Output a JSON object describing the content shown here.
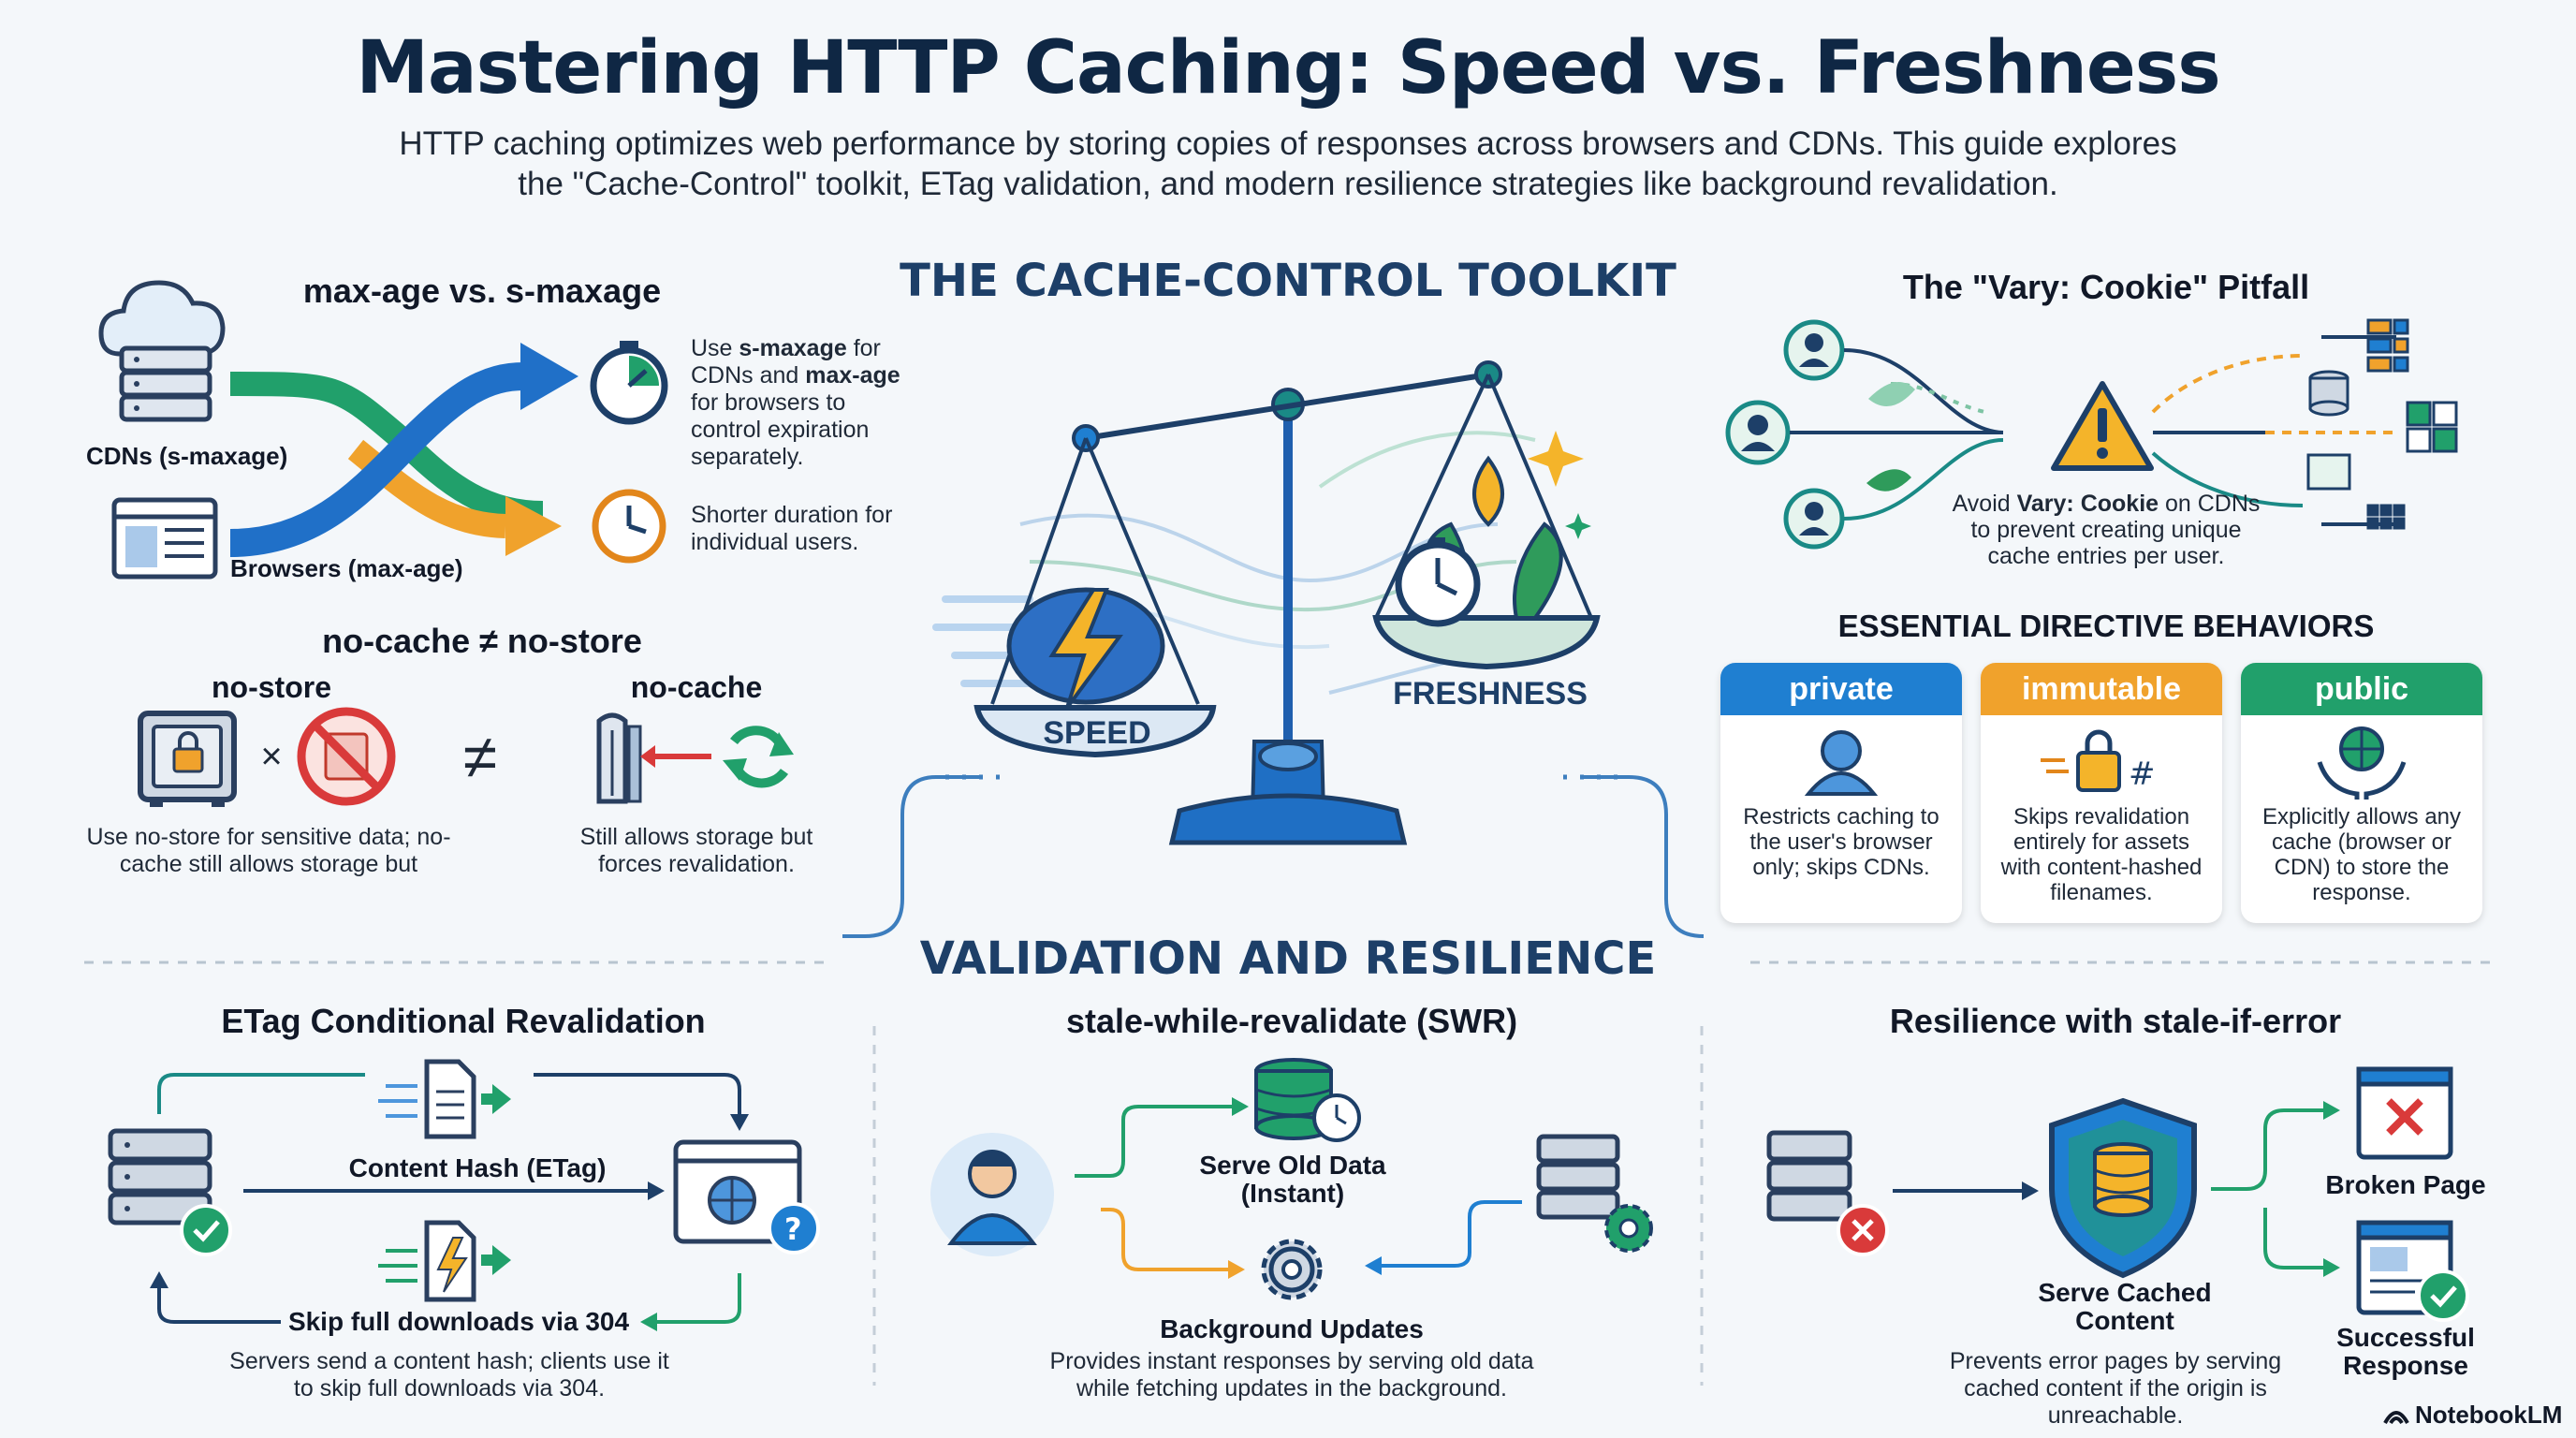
{
  "title": "Mastering HTTP Caching: Speed vs. Freshness",
  "intro": "HTTP caching optimizes web performance by storing copies of responses across browsers and CDNs. This guide explores the \"Cache-Control\" toolkit, ETag validation, and modern resilience strategies like background revalidation.",
  "toolkit": {
    "title": "THE CACHE-CONTROL TOOLKIT",
    "speed_label": "SPEED",
    "freshness_label": "FRESHNESS"
  },
  "maxage": {
    "heading": "max-age vs. s-maxage",
    "cdn_label": "CDNs (s-maxage)",
    "browser_label": "Browsers (max-age)",
    "cdn_note_lines": [
      [
        {
          "t": "Use ",
          "b": false
        },
        {
          "t": "s-maxage",
          "b": true
        },
        {
          "t": " for",
          "b": false
        }
      ],
      [
        {
          "t": "CDNs and ",
          "b": false
        },
        {
          "t": "max-age",
          "b": true
        }
      ],
      [
        {
          "t": "for browsers to",
          "b": false
        }
      ],
      [
        {
          "t": "control expiration",
          "b": false
        }
      ],
      [
        {
          "t": "separately.",
          "b": false
        }
      ]
    ],
    "browser_note": "Shorter duration for individual users."
  },
  "nocache": {
    "heading": "no-cache ≠ no-store",
    "nostore_label": "no-store",
    "nocache_label": "no-cache",
    "times": "×",
    "neq": "≠",
    "nostore_note": "Use no-store for sensitive data; no-cache still allows storage but",
    "nocache_note": "Still allows storage but forces revalidation."
  },
  "vary": {
    "heading": "The \"Vary: Cookie\" Pitfall",
    "note_lines": [
      [
        {
          "t": "Avoid ",
          "b": false
        },
        {
          "t": "Vary: Cookie",
          "b": true
        },
        {
          "t": " on CDNs",
          "b": false
        }
      ],
      [
        {
          "t": "to prevent creating unique",
          "b": false
        }
      ],
      [
        {
          "t": "cache entries per user.",
          "b": false
        }
      ]
    ]
  },
  "directives": {
    "heading": "ESSENTIAL DIRECTIVE BEHAVIORS",
    "cards": [
      {
        "name": "private",
        "color": "#1f7fd1",
        "text": "Restricts caching to the user's browser only; skips CDNs."
      },
      {
        "name": "immutable",
        "color": "#f0a22c",
        "text": "Skips revalidation entirely for assets with content-hashed filenames."
      },
      {
        "name": "public",
        "color": "#21a06b",
        "text": "Explicitly allows any cache (browser or CDN) to store the response."
      }
    ]
  },
  "validation": {
    "title": "VALIDATION AND RESILIENCE",
    "etag": {
      "heading": "ETag Conditional Revalidation",
      "hash_label": "Content Hash (ETag)",
      "skip_label": "Skip full downloads via 304",
      "note": "Servers send a content hash; clients use it to skip full downloads via 304."
    },
    "swr": {
      "heading": "stale-while-revalidate (SWR)",
      "serve_label": "Serve Old Data (Instant)",
      "bg_label": "Background Updates",
      "note": "Provides instant responses by serving old data while fetching updates in the background."
    },
    "sie": {
      "heading": "Resilience with stale-if-error",
      "cached_label": "Serve Cached Content",
      "broken_label": "Broken Page",
      "success_label": "Successful Response",
      "note": "Prevents error pages by serving cached content if the origin is unreachable."
    }
  },
  "brand": "NotebookLM",
  "colors": {
    "navy": "#0f2744",
    "blue": "#1f7fd1",
    "green": "#21a06b",
    "orange": "#f0a22c",
    "red": "#d93a3a",
    "teal": "#1a8a86"
  }
}
